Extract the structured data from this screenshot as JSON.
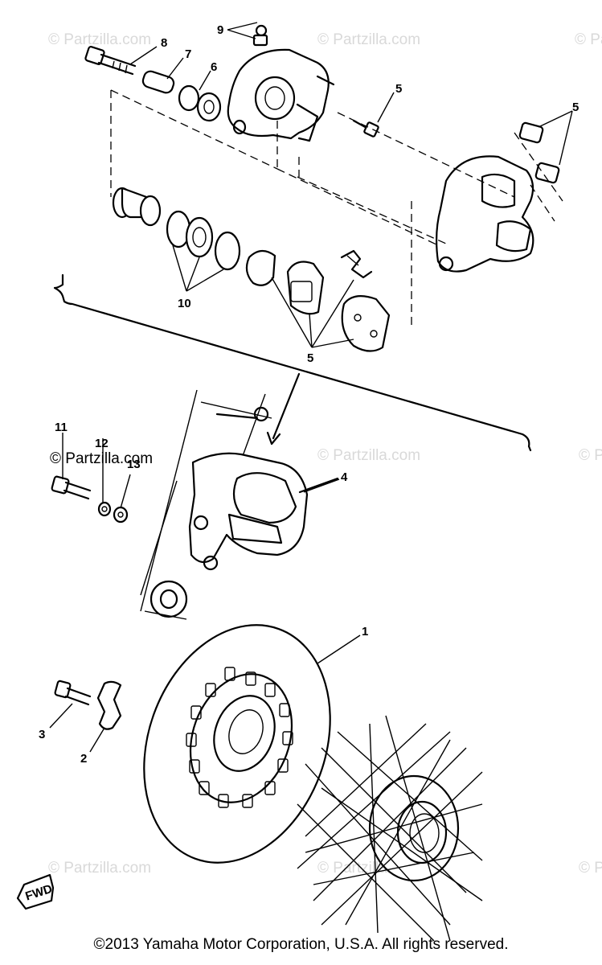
{
  "watermark": "© Partzilla.com",
  "callouts": {
    "p1": "1",
    "p2": "2",
    "p3": "3",
    "p4": "4",
    "p5": "5",
    "p6": "6",
    "p7": "7",
    "p8": "8",
    "p9": "9",
    "p10": "10",
    "p11": "11",
    "p12": "12",
    "p13": "13"
  },
  "fwd_label": "FWD",
  "copyright": "©2013 Yamaha Motor Corporation, U.S.A. All rights reserved."
}
